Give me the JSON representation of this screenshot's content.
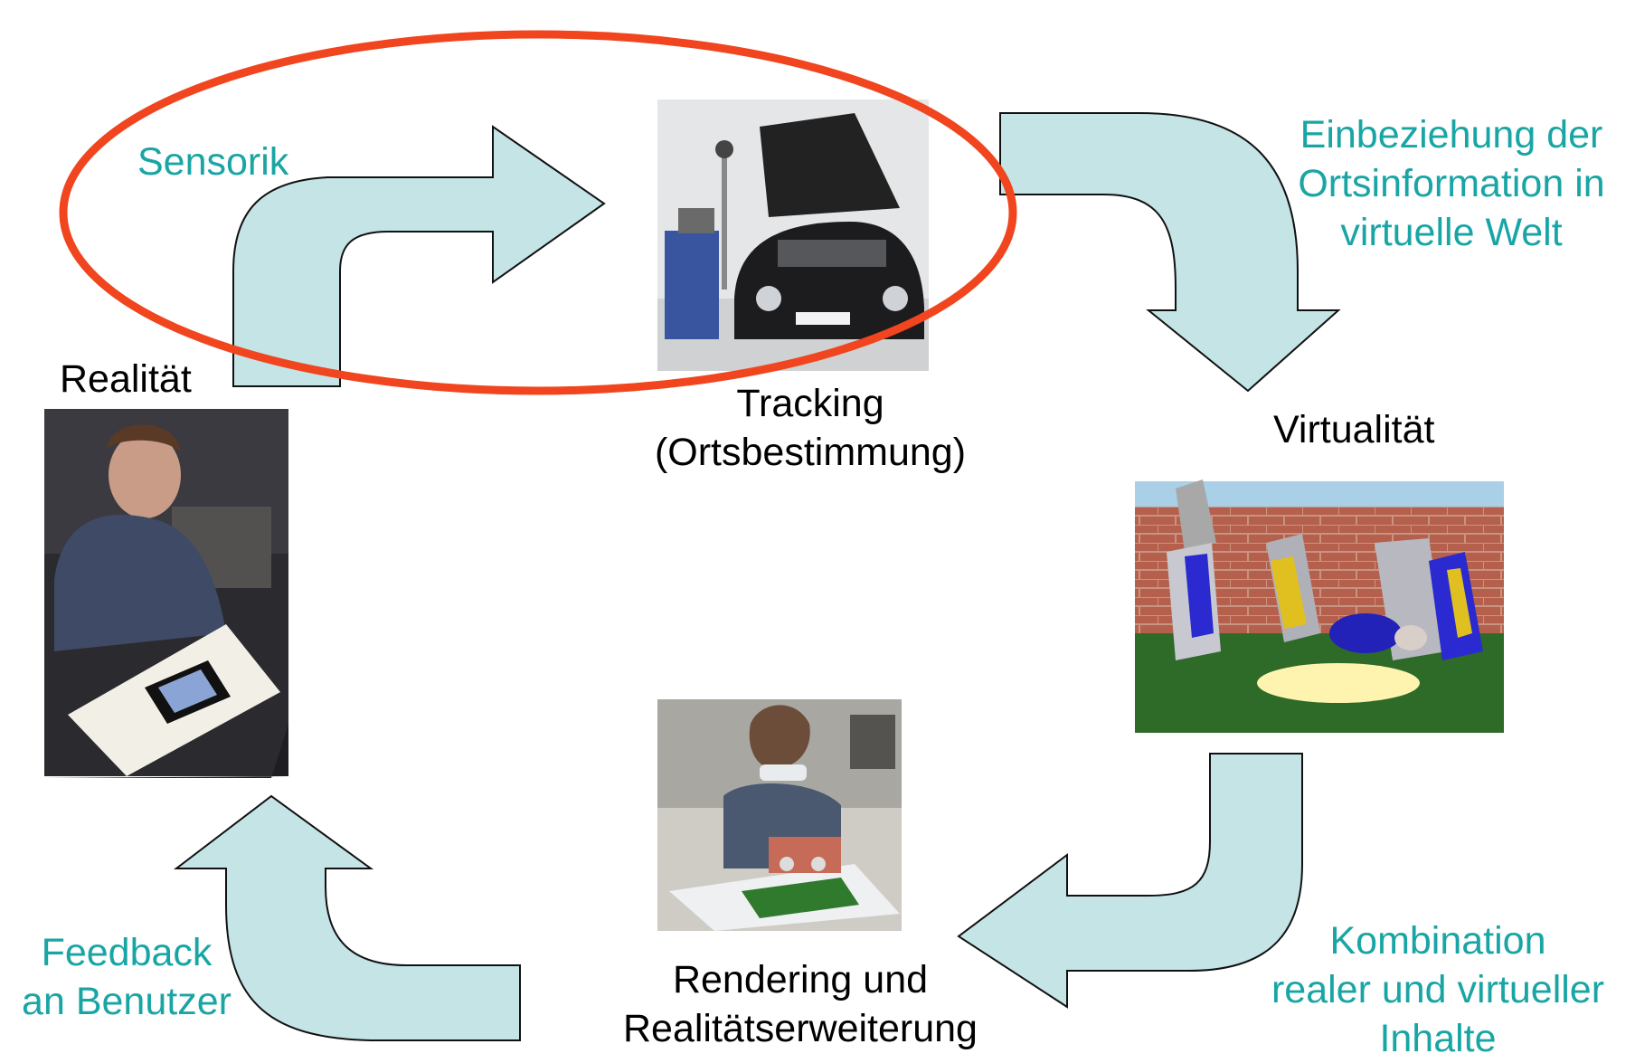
{
  "colors": {
    "arrow_fill": "#c4e4e6",
    "arrow_stroke": "#111111",
    "highlight_ring": "#f0451e",
    "process_label": "#1aa5a5",
    "stage_label": "#000000"
  },
  "stages": {
    "reality": "Realität",
    "tracking": "Tracking\n(Ortsbestimmung)",
    "virtuality": "Virtualität",
    "rendering": "Rendering und\nRealitätserweiterung"
  },
  "processes": {
    "sensorik": "Sensorik",
    "einbeziehung": "Einbeziehung der\nOrtsinformation in\nvirtuelle Welt",
    "kombination": "Kombination\nrealer und virtueller\nInhalte",
    "feedback": "Feedback\nan Benutzer"
  },
  "photos": {
    "reality": "photo of a man looking at an open book with a marker card",
    "tracking": "photo of a car with open hood next to a tracking camera rig",
    "virtuality": "rendered scene of cartoon figures in front of a brick wall",
    "rendering": "photo of a person wearing a head-mounted display over a book"
  },
  "highlight": "sensorik-tracking"
}
